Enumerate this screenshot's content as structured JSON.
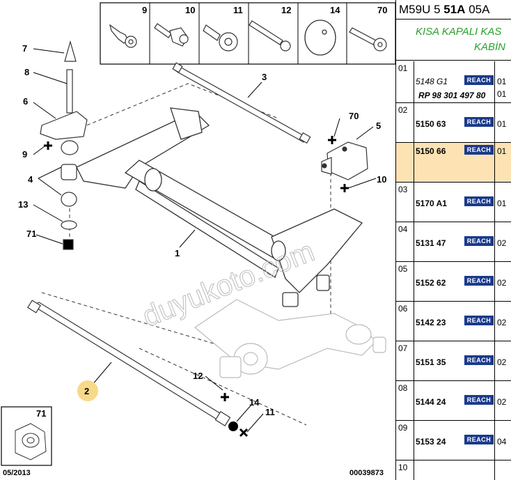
{
  "header": {
    "model": "M59U 5",
    "code_bold": "51A",
    "code_tail": "05A"
  },
  "subtitle": {
    "line1": "KISA KAPALI KAS",
    "line2": "KABİN"
  },
  "reach_label": "REACH",
  "rows": [
    {
      "index": "01",
      "part": "5148 G1",
      "ref": "RP 98 301 497 80",
      "qty": "01",
      "qty2": "01",
      "italic": true,
      "highlight": false
    },
    {
      "index": "02",
      "part": "5150 63",
      "qty": "01",
      "highlight": false
    },
    {
      "index": "",
      "part": "5150 66",
      "qty": "01",
      "highlight": true
    },
    {
      "index": "03",
      "part": "5170 A1",
      "qty": "01",
      "highlight": false
    },
    {
      "index": "04",
      "part": "5131 47",
      "qty": "02",
      "highlight": false
    },
    {
      "index": "05",
      "part": "5152 62",
      "qty": "02",
      "highlight": false
    },
    {
      "index": "06",
      "part": "5142 23",
      "qty": "02",
      "highlight": false
    },
    {
      "index": "07",
      "part": "5151 35",
      "qty": "02",
      "highlight": false
    },
    {
      "index": "08",
      "part": "5144 24",
      "qty": "02",
      "highlight": false
    },
    {
      "index": "09",
      "part": "5153 24",
      "qty": "04",
      "highlight": false
    },
    {
      "index": "10",
      "part": "",
      "qty": "",
      "highlight": false
    }
  ],
  "top_parts": [
    "9",
    "10",
    "11",
    "12",
    "14",
    "70"
  ],
  "callouts": {
    "c1": "1",
    "c2": "2",
    "c3": "3",
    "c4": "4",
    "c5": "5",
    "c6": "6",
    "c7": "7",
    "c8": "8",
    "c9": "9",
    "c10": "10",
    "c11": "11",
    "c12": "12",
    "c13": "13",
    "c14": "14",
    "c70": "70",
    "c71": "71"
  },
  "inset_label": "71",
  "date": "05/2013",
  "doc_number": "00039873",
  "watermark": "duyukoto.com"
}
